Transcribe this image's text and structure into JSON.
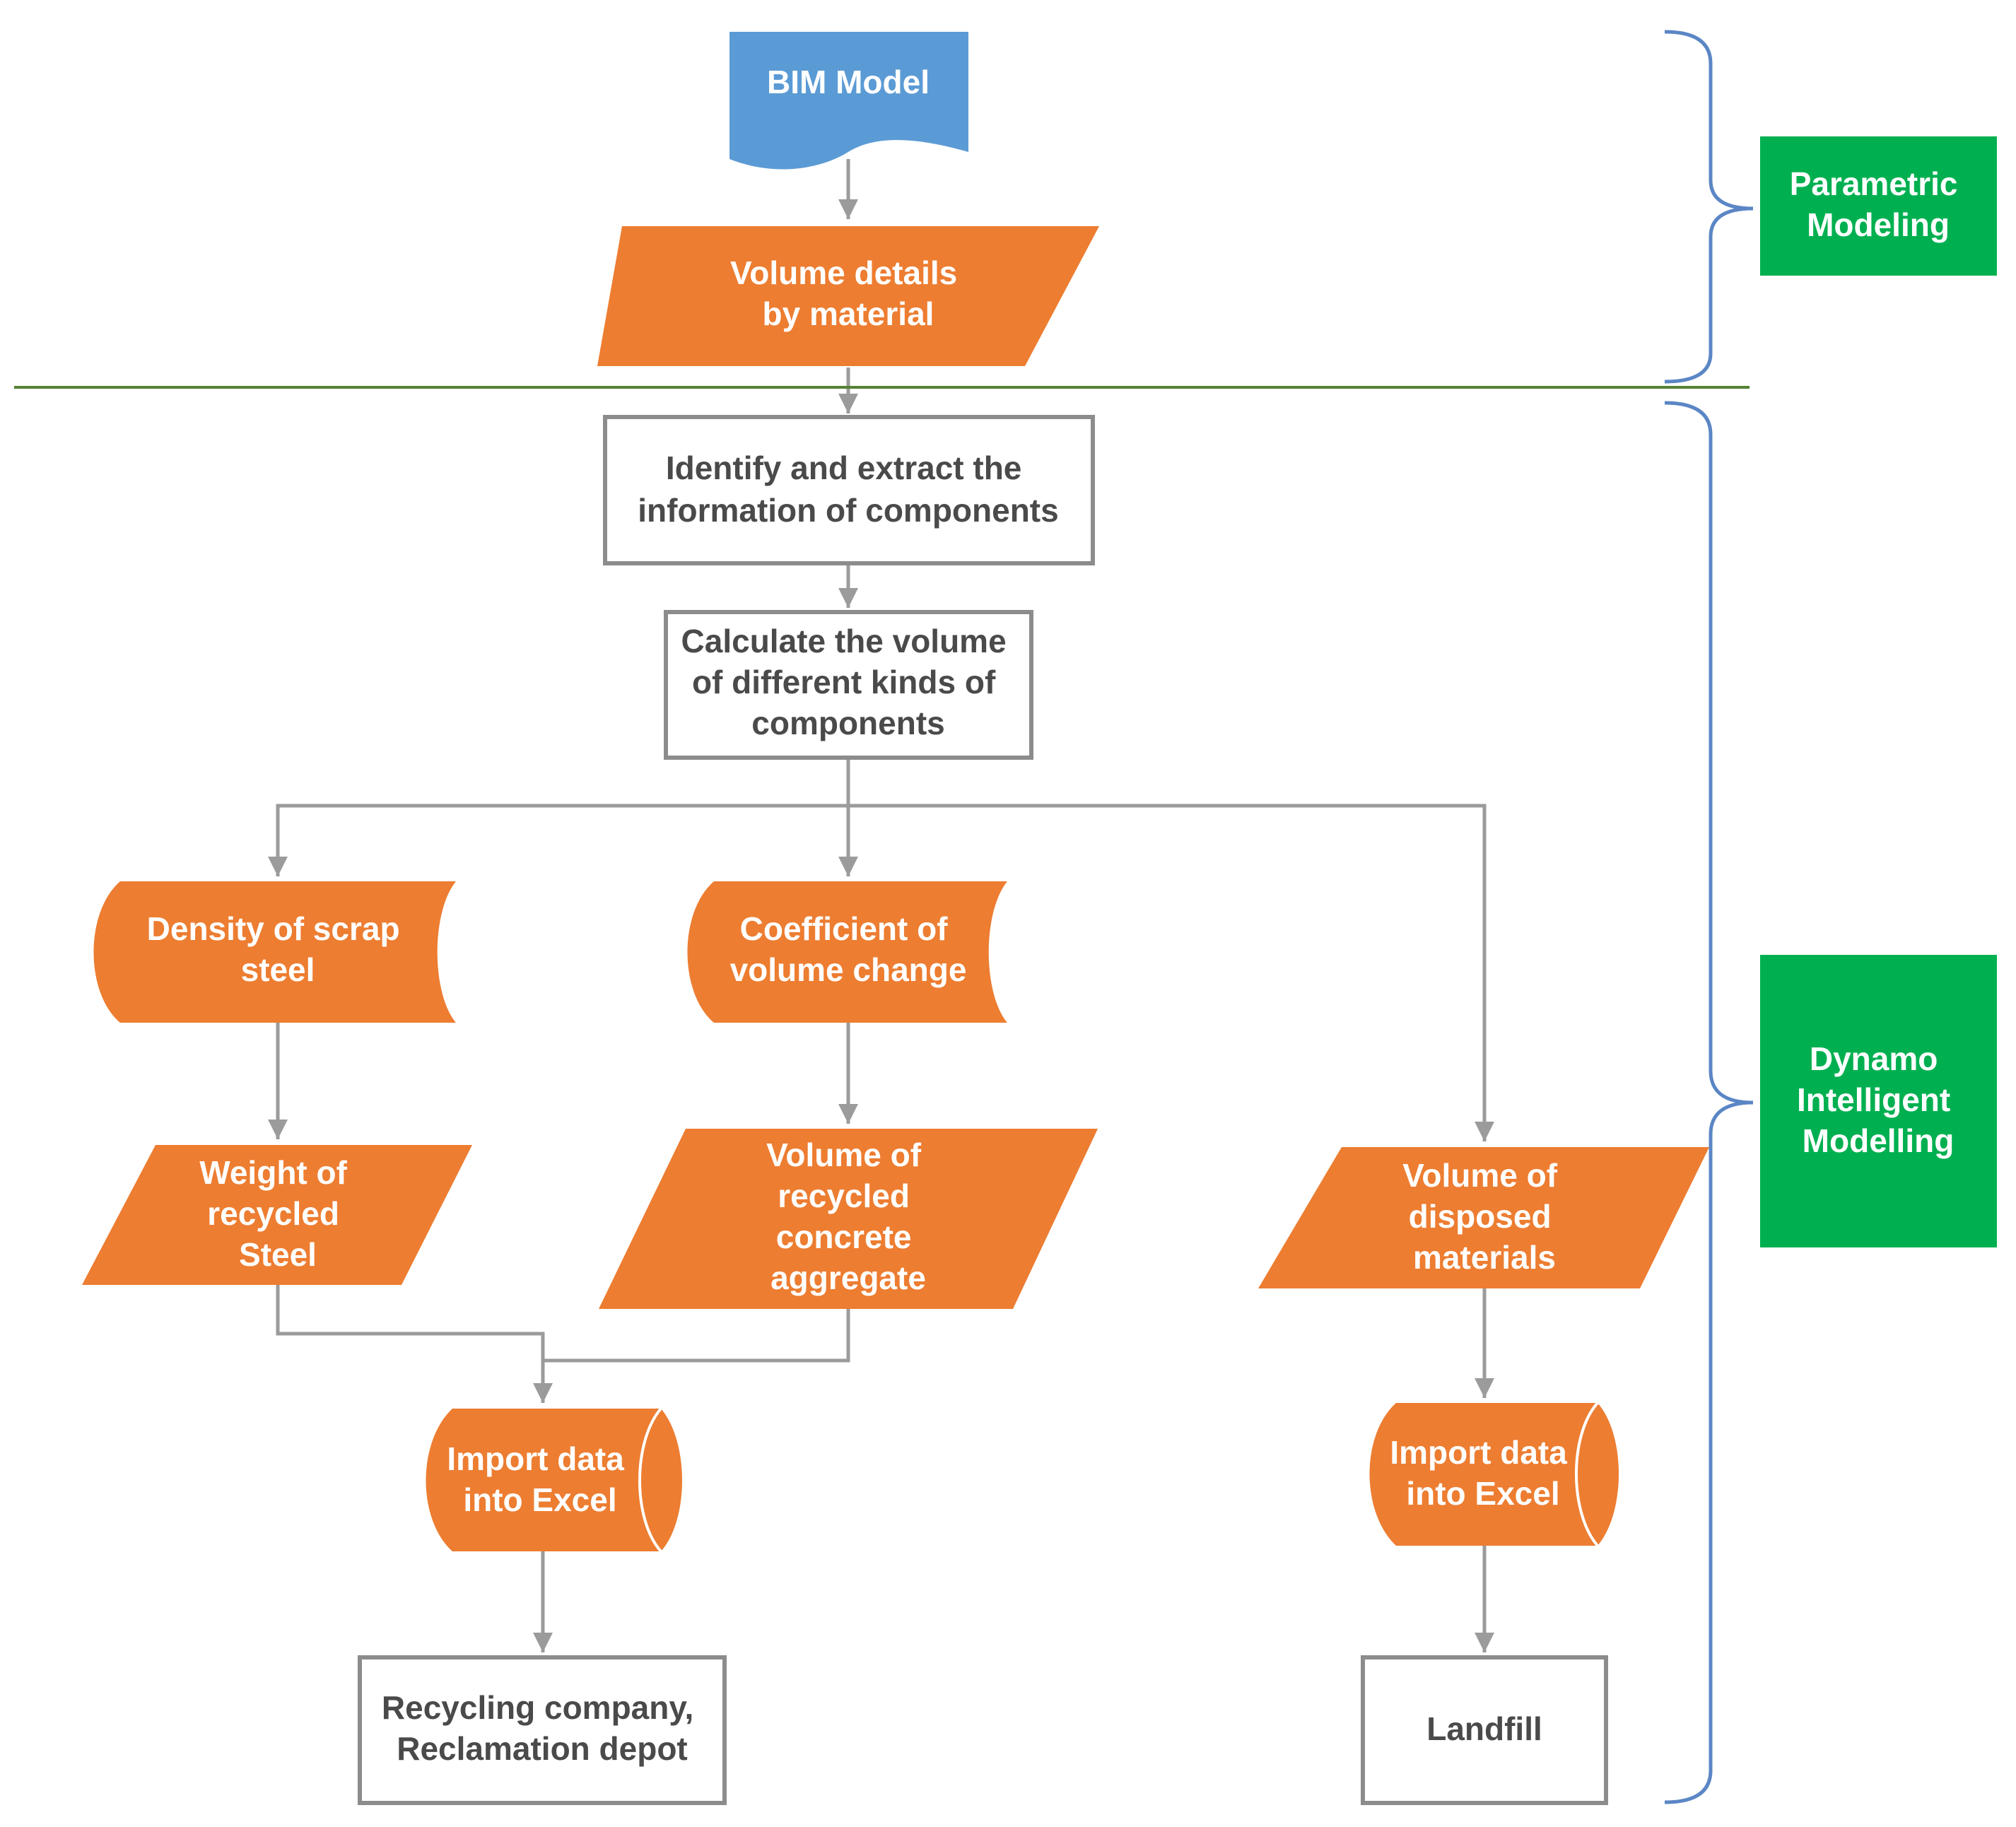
{
  "colors": {
    "orange": "#ED7D31",
    "blue": "#5B9BD5",
    "green": "#00B050",
    "connector": "#9b9b9b",
    "box_border": "#8c8c8c",
    "box_text": "#4a4a4a",
    "brace": "#5B86C5",
    "divider": "#548235"
  },
  "nodes": {
    "bim_model": "BIM Model",
    "volume_details": [
      "Volume details",
      "by material"
    ],
    "identify_extract": [
      "Identify and extract the",
      "information of components"
    ],
    "calculate_volume": [
      "Calculate the volume",
      "of different kinds of",
      "components"
    ],
    "density_scrap": [
      "Density of scrap",
      "steel"
    ],
    "coefficient_volume": [
      "Coefficient of",
      "volume change"
    ],
    "weight_recycled": [
      "Weight of",
      "recycled",
      "Steel"
    ],
    "volume_recycled": [
      "Volume of",
      "recycled",
      "concrete",
      "aggregate"
    ],
    "volume_disposed": [
      "Volume of",
      "disposed",
      "materials"
    ],
    "import_excel_left": [
      "Import data",
      "into Excel"
    ],
    "import_excel_right": [
      "Import data",
      "into Excel"
    ],
    "recycling_company": [
      "Recycling company,",
      "Reclamation depot"
    ],
    "landfill": "Landfill"
  },
  "sections": {
    "parametric": [
      "Parametric",
      "Modeling"
    ],
    "dynamo": [
      "Dynamo",
      "Intelligent",
      "Modelling"
    ]
  }
}
